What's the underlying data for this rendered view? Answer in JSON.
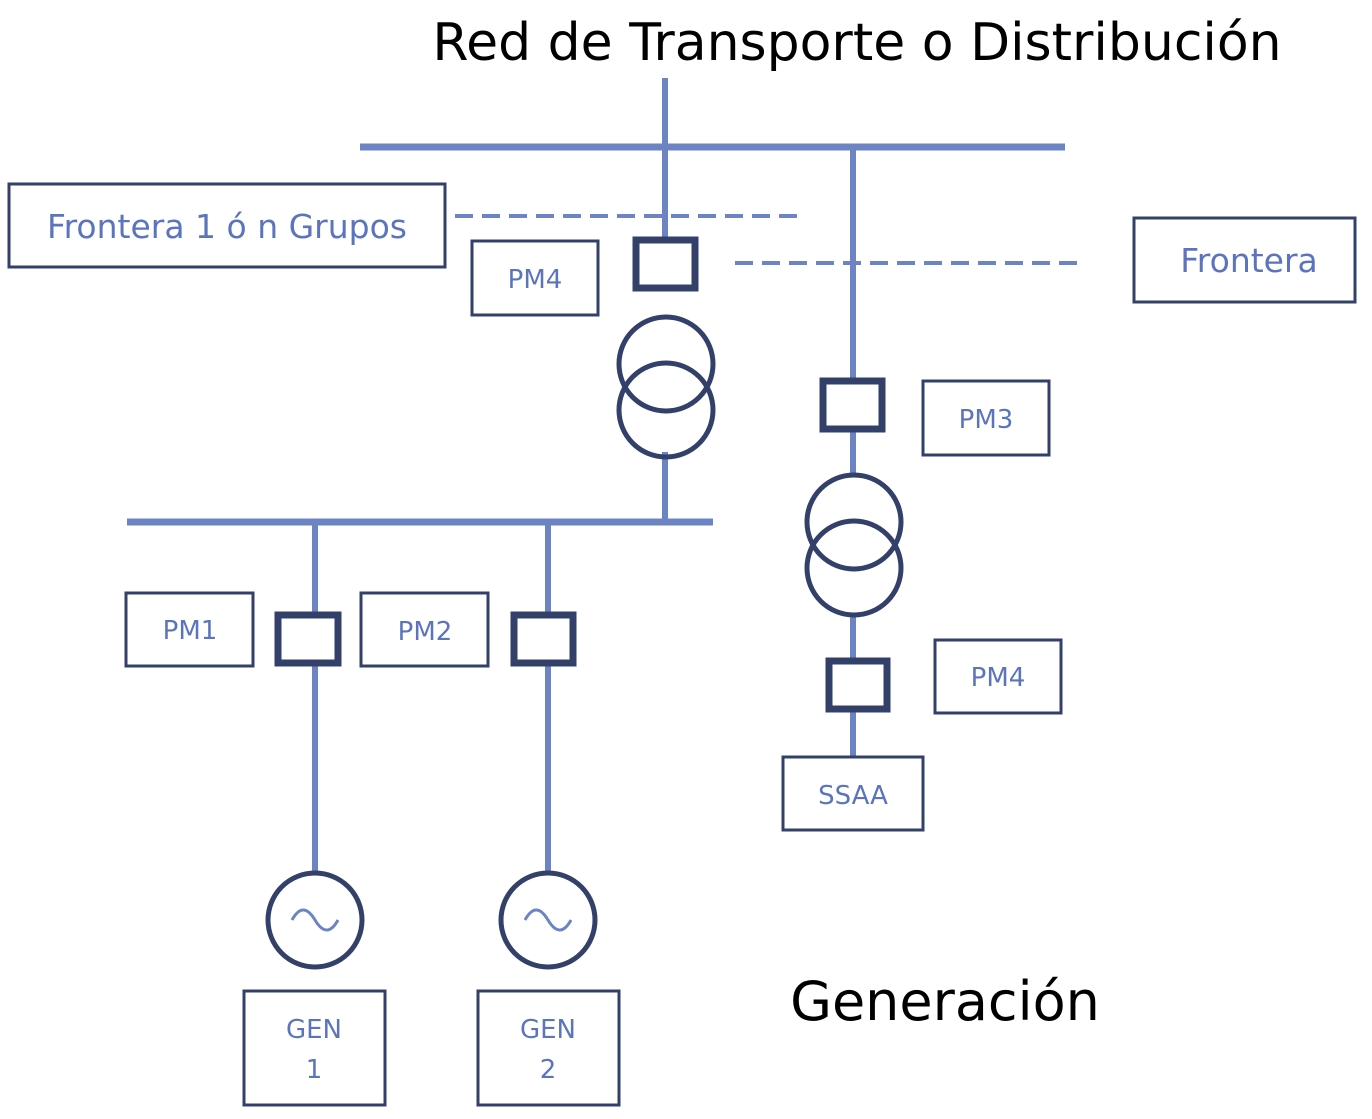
{
  "colors": {
    "line": "#6c84c4",
    "dark": "#33406a",
    "text_blue": "#5b74bd",
    "text_black": "#000000"
  },
  "title": "Red de Transporte o Distribución",
  "subtitle": "Generación",
  "labels": {
    "frontera_grupos": "Frontera 1 ó n Grupos",
    "frontera": "Frontera",
    "pm4_top": "PM4",
    "pm3": "PM3",
    "pm4_bottom": "PM4",
    "pm1": "PM1",
    "pm2": "PM2",
    "ssaa": "SSAA",
    "gen1_line1": "GEN",
    "gen1_line2": "1",
    "gen2_line1": "GEN",
    "gen2_line2": "2"
  },
  "icons": {
    "transformer": "transformer-icon",
    "breaker": "breaker-icon",
    "generator": "generator-icon"
  }
}
